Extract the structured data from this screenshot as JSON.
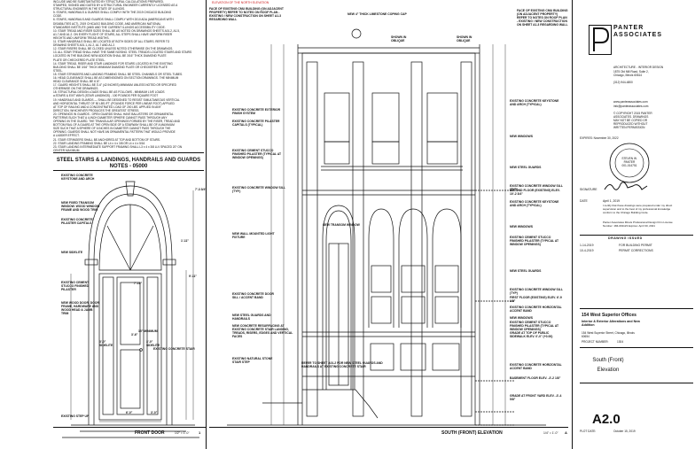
{
  "notes": {
    "lines": [
      "INCLUDE AND BE SUBSTANTIATED BY STRUCTURAL CALCULATIONS PREPARED,",
      "STAMPED, SIGNED AND DATED BY A STRUCTURAL ENGINEER CURRENTLY LICENSED AS A",
      "STRUCTURAL ENGINEER IN THE STATE OF ILLINOIS.",
      "5. STAIRS, HANDRAILS & GUARDS SHALL COMPLY WITH THE 2019 CHICAGO BUILDING",
      "CODE.",
      "6. STAIRS, HANDRAILS AND GUARDS SHALL COMPLY WITH 2010 ADA (AMERICANS WITH",
      "DISABILITIES ACT), 2019 CHICAGO BUILDING CODE, AND AMERICAN NATIONAL",
      "STANDARDS INSTITUTE (ANSI AND THE CURRENT ILLINOIS ACCESSIBILITY CODE.",
      "10. STAIR TREAD AND RISER SIZES SHALL BE AS NOTED ON DRAWINGS SHEETS A01.2, A1.5,",
      "A1.7 AND A1.2. ON EVERY FLIGHT OF STAIRS, ALL STEPS SHALL HAVE UNIFORM RISER",
      "HEIGHTS AND UNIFORM TREAD WIDTHS.",
      "11. STAIR HANDRAILS SHALL BE LOCATED AT BOTH SIDES OF ALL STAIRS. REFER TO",
      "DRAWING SHEETS A01.1, A1.2, A1.7 AND A1.2.",
      "12. STAIR RISERS SHALL BE CLOSED UNLESS NOTED OTHERWISE ON THE DRAWINGS.",
      "13. ALL STAIR TREAD SHALL HAVE THE SAME NOSING. STEEL TREADS LOCATED STAIRS AND STAIRS",
      "LOCATED IN THE BUILDING NEW ADDITION SHALL BE 3/16\" THICK DIAMOND PLATE",
      "PLATE OR CHECKERED PLATE STEEL.",
      "14. STAIR TREAD, RISER AND STAIR LANDINGS FOR STAIRS LOCATED IN THE EXISTING",
      "BUILDING SHALL BE 3/16\" THICK MINIMUM DIAMOND PLATE OR CHECKERED PLATE",
      "STEEL.",
      "15. STAIR STRINGERS AND LANDING FRAMING SHALL BE STEEL CHANNELS OR STEEL TUBES.",
      "16. HEAD CLEARANCE SHALL BE AS DIMENSIONED ON SECTION DRAWINGS. THE MINIMUM",
      "HEAD CLEARANCE SHALL BE 6'-8\".",
      "17. GUARD HEIGHTS SHALL BE 3'-6\" (42 INCHES) MINIMUM UNLESS NOTED OR SPECIFIED",
      "OTHERWISE ON THE DRAWINGS.",
      "18. STRUCTURAL DESIGN LOADS SHALL BE AS FOLLOWS - MINIMUM LIVE LOADS",
      "a.STAIRS & EXIT WAYS (STAIR LANDINGS) - 100 POUNDS PER SQUARE FOOT",
      "19. HANDRAILS AND GUARDS — SHALL BE DESIGNED TO RESIST SIMULTANEOUS VERTICAL",
      "AND HORIZONTAL THRUST OF 50 LBS./FT. (POUNDS FORCE PER LINEAR FOOT) APPLIED",
      "AT TOP OF RAILING AND A CONCENTRATED LOAD OF 200 LBS. APPLIED IN ANY",
      "DIRECTION, WHICHEVER PRODUCES THE GREATEST STRESS.",
      "20. OPENINGS IN GUARDS - OPEN GUARDS SHALL HAVE BALUSTERS OR ORNAMENTAL",
      "PATTERNS SUCH THAT A 4-INCH DIAMETER SPHERE CANNOT PASS THROUGH ANY",
      "OPENING IN THE GUARD. THE TRIANGULAR OPENINGS FORMED BY THE RISER, TREAD AND",
      "BOTTOM RAIL OF A GUARD AT THE OPEN SIDE OF A STAIRWAY SHALL BE OF A MAXIMUM",
      "SIZE SUCH THAT A SPHERE OF 6 INCHES IN DIAMETER CANNOT PASS THROUGH THE",
      "OPENING. GUARDS SHALL NOT HAVE AN ORNAMENTAL PATTERN THAT WOULD PROVIDE",
      "A LADDER EFFECT.",
      "21. STAIR STRINGERS SHALL BE ANCHORED AT TOP AND BOTTOM OF STAIRS.",
      "22. STAIR LANDING FRAMING SHALL BE L4 x 4 x 3/8 OR L4 x 4 x 5/16",
      "23. STAIR LANDING INTERMEDIATE SUPPORT FRAMING SHALL L3 x 4 x 3/8 LLV SPACED 20\" ON",
      "CENTER MAXIMUM."
    ],
    "title": "STEEL STAIRS & LANDINGS, HANDRAILS AND GUARDS NOTES - 05000"
  },
  "front_door": {
    "labels": [
      "EXISTING CONCRETE KEYSTONE AND ARCH",
      "NEW FIXED TRANSOM WINDOW. WOOD WINDOW FRAME AND WOOD TRIM",
      "EXISTING CONCRETE PILASTER CAPITALS",
      "NEW SIDELITE",
      "EXISTING CEMENT STUCCO FINISHED PILASTER",
      "NEW WOOD DOOR, DOOR FRAME, HARDWARE AND WOOD HEAD & JAMB TRIM",
      "EXISTING CONCRETE STAIR",
      "EXISTING STEP UP"
    ],
    "dims": [
      "3'-0\" SIDELITE",
      "3'-6\"",
      "7'-10\"",
      "15\" MINIMUM",
      "3'-0\" SIDELITE",
      "1'-11\"",
      "9'-11\"",
      "7'-3 3/4\"",
      "6'-0\"",
      "3'-0\""
    ],
    "title": "FRONT DOOR",
    "scale": "1/2\" = 1'-0\"",
    "number": "1"
  },
  "elevation": {
    "top_note": "ELEVATION OF THE NORTH ELEVATION",
    "labels_left": [
      "FACE OF EXISTING CMU BUILDING (ON ADJACENT PROPERTY) REFER TO NOTES ON ROOF PLAN - EXISTING / NEW CONSTRUCTION ON SHEET A1.3 REGARDING WALL",
      "EXISTING CONCRETE EXTERIOR FINISH SYSTEM",
      "EXISTING CONCRETE PILASTER CAPITALS (TYPICAL)",
      "EXISTING CEMENT STUCCO FINISHED PILASTER (TYPICAL AT WINDOW OPENINGS)",
      "EXISTING CONCRETE WINDOW SILL (TYP.)",
      "NEW WALL MOUNTED LIGHT FIXTURE",
      "NEW TRANSOM WINDOW",
      "EXISTING CONCRETE DOOR SILL / ACCENT BAND",
      "NEW STEEL GUARDS AND HANDRAILS",
      "NEW CONCRETE RESURFACING AT EXISTING CONCRETE STAIR LANDING, TREADS, RISERS, EDGES AND VERTICAL FACES",
      "EXISTING NATURAL STONE STAIR STEP",
      "REFER TO SHEET A01.2 FOR NEW STEEL GUARDS AND HANDRAILS AT EXISTING CONCRETE STAIR",
      "NEW 4\" THICK LIMESTONE COPING CAP"
    ],
    "labels_right": [
      "FACE OF EXISTING CMU BUILDING (ON ADJACENT PROPERTY) REFER TO NOTES ON ROOF PLAN - EXISTING / NEW CONSTRUCTION ON SHEET A1.3 REGARDING WALL",
      "EXISTING CONCRETE KEYSTONE AND ARCH (TYPICAL)",
      "NEW WINDOWS",
      "NEW STEEL GUARDS",
      "EXISTING CONCRETE WINDOW SILL (TYP)",
      "SECOND FLOOR (EXISTING) ELEV. 10'-2 3/4\"",
      "EXISTING CONCRETE KEYSTONE AND ARCH (TYPICAL)",
      "NEW WINDOWS",
      "EXISTING CEMENT STUCCO FINISHED PILASTER (TYPICAL AT WINDOW OPENINGS)",
      "NEW STEEL GUARDS",
      "EXISTING CONCRETE WINDOW SILL (TYP)",
      "FIRST FLOOR (EXISTING) ELEV. 6'-9 1/8\"",
      "EXISTING CONCRETE HORIZONTAL ACCENT BAND",
      "NEW WINDOWS",
      "EXISTING CEMENT STUCCO FINISHED PILASTER (TYPICAL AT WINDOW OPENINGS)",
      "GRADE AT TOP OF PUBLIC SIDEWALK ELEV. 0'-0\" (+0.00)",
      "EXISTING CONCRETE HORIZONTAL ACCENT BAND",
      "BASEMENT FLOOR ELEV. -3'-2 1/8\"",
      "GRADE AT FRONT YARD ELEV. -3'-4 5/8\""
    ],
    "shown_oblique": "SHOWN IN OBLIQUE",
    "title": "SOUTH (FRONT) ELEVATION",
    "scale": "1/4\" = 1'-0\"",
    "number": "A"
  },
  "title_block": {
    "firm": "PANTER ASSOCIATES",
    "firm_sub": "ARCHITECTURE - INTERIOR DESIGN",
    "address": "1875 Old Mill Road, Suite 2, Chicago, Illinois 60614",
    "phone": "(312) 944-4800",
    "web": "www.panterassociates.com",
    "email": "info@panterassociates.com",
    "copyright": "© COPYRIGHT 2015 PANTER ASSOCIATES. DRAWINGS MAY NOT BE COPIED OR REPRODUCED WITHOUT WRITTEN PERMISSION",
    "expires": "EXPIRES: November 30, 2022",
    "seal_name": "STEVEN W. PANTER",
    "seal_number": "001-014751",
    "signature_label": "SIGNATURE",
    "date_label": "DATE",
    "date_value": "April 1, 2019",
    "cert": "I certify that these drawings were prepared under my direct supervision and to the best of my professional knowledge conform to the Chicago Building Code.",
    "cert2": "Panter Associates Illinois Professional Design Firm License Number: 184-001123 Expires: April 30, 2021",
    "issued_header": "DRAWING ISSUED",
    "issued": [
      {
        "date": "1-14-2019",
        "desc": "FOR BUILDING PERMIT"
      },
      {
        "date": "10-4-2019",
        "desc": "PERMIT CORRECTIONS"
      }
    ],
    "project": "154 West Superior Offices",
    "project_sub": "Interior & Exterior Alterations and New Addition",
    "project_address": "154 West Superior Street, Chicago, Illinois 60654",
    "project_number_label": "PROJECT NUMBER:",
    "project_number": "1304",
    "sheet_title": "South (Front) Elevation",
    "sheet_number": "A2.0",
    "plot_label": "PLOT DATE:",
    "plot_date": "October 15, 2019"
  }
}
